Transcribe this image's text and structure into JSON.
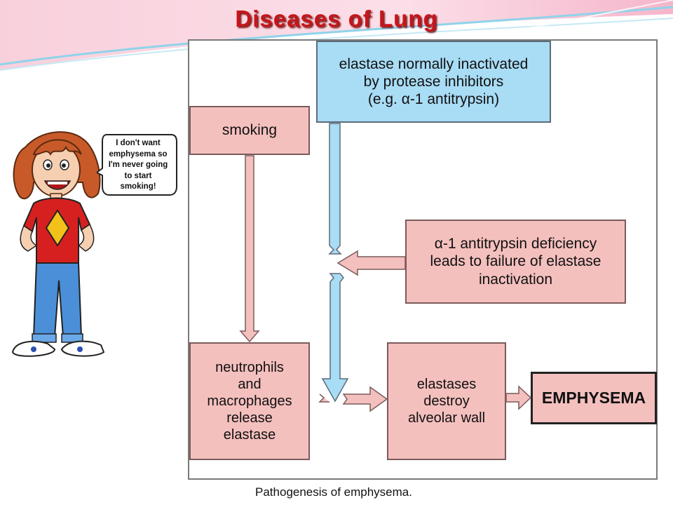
{
  "slide": {
    "title": "Diseases of Lung",
    "caption": "Pathogenesis of emphysema.",
    "speech_bubble": "I don't want\nemphysema so\nI'm never going\nto start\nsmoking!"
  },
  "diagram": {
    "elastase_box": "elastase normally inactivated\nby protease inhibitors\n(e.g. α-1 antitrypsin)",
    "smoking_box": "smoking",
    "deficiency_box": "α-1 antitrypsin deficiency\nleads to failure of elastase\ninactivation",
    "neutrophils_box": "neutrophils\nand\nmacrophages\nrelease\nelastase",
    "destroy_box": "elastases\ndestroy\nalveolar wall",
    "emphysema_box": "EMPHYSEMA"
  },
  "colors": {
    "title": "#c4161c",
    "pink_box": "#f4c0be",
    "blue_box": "#a9dcf5"
  }
}
